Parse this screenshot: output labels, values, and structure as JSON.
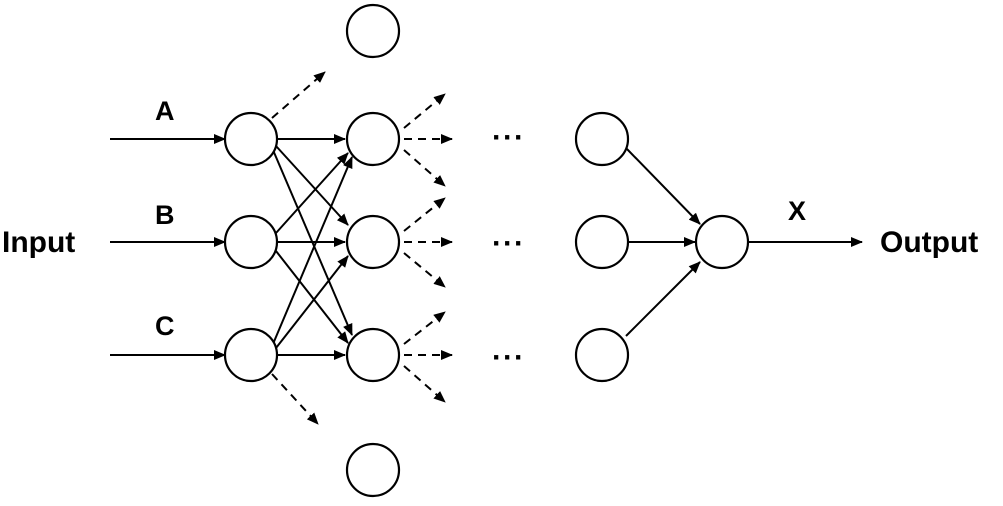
{
  "labels": {
    "input": "Input",
    "output": "Output",
    "input_a": "A",
    "input_b": "B",
    "input_c": "C",
    "output_x": "X",
    "ellipsis": "···"
  },
  "colors": {
    "stroke": "#000000",
    "fill": "#ffffff"
  }
}
